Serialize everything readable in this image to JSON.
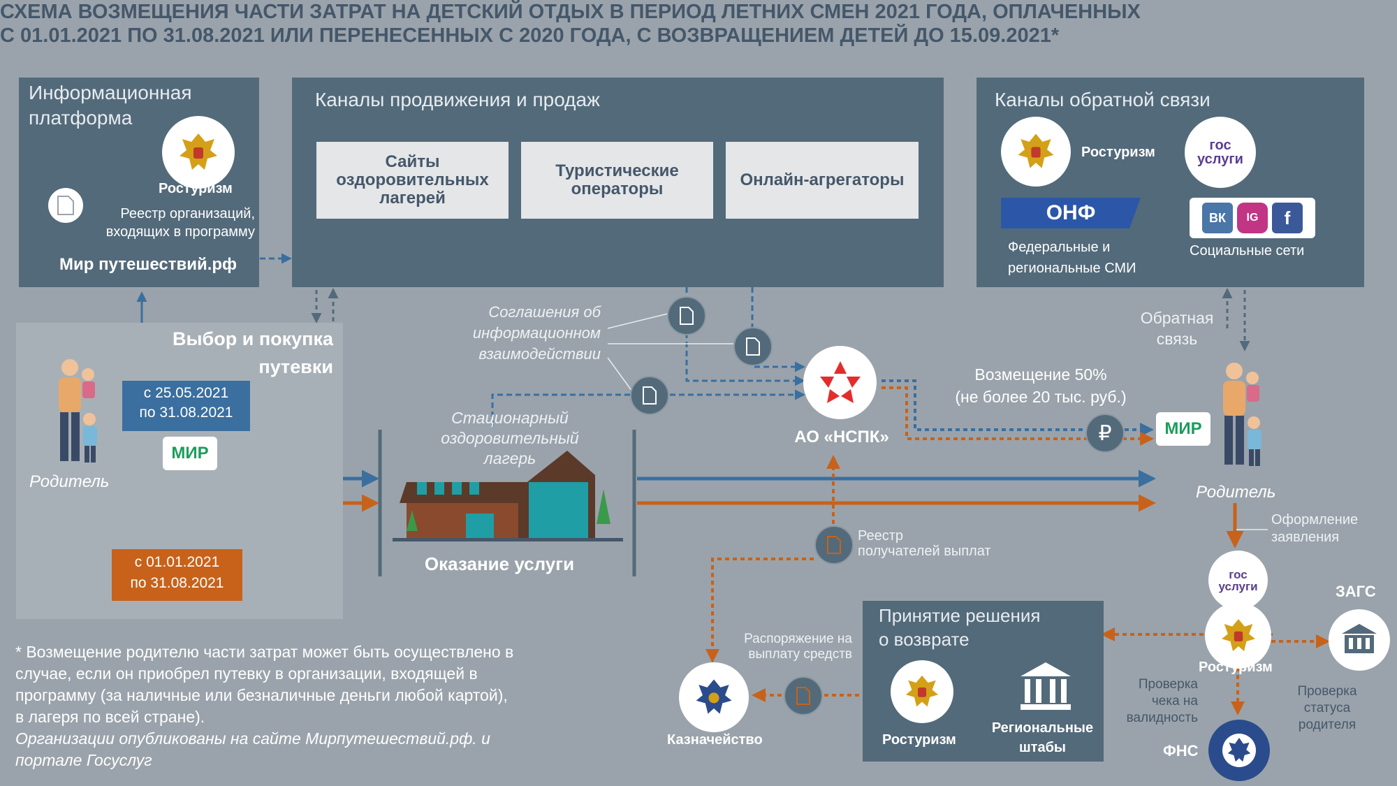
{
  "title": {
    "line1": "СХЕМА ВОЗМЕЩЕНИЯ ЧАСТИ ЗАТРАТ НА ДЕТСКИЙ ОТДЫХ В ПЕРИОД ЛЕТНИХ СМЕН 2021 ГОДА, ОПЛАЧЕННЫХ",
    "line2": "С 01.01.2021 ПО 31.08.2021 ИЛИ ПЕРЕНЕСЕННЫХ С 2020 ГОДА, С ВОЗВРАЩЕНИЕМ  ДЕТЕЙ ДО 15.09.2021*"
  },
  "info_platform": {
    "header_line1": "Информационная",
    "header_line2": "платформа",
    "org": "Ростуризм",
    "registry_line1": "Реестр организаций,",
    "registry_line2": "входящих в программу",
    "site": "Мир путешествий.рф"
  },
  "sales": {
    "header": "Каналы продвижения и продаж",
    "channels": [
      "Сайты оздоровительных лагерей",
      "Туристические операторы",
      "Онлайн-агрегаторы"
    ]
  },
  "feedback": {
    "header": "Каналы обратной связи",
    "rostourism": "Ростуризм",
    "gosuslugi_logo_line1": "гос",
    "gosuslugi_logo_line2": "услуги",
    "onf_logo": "ОНФ",
    "media_line1": "Федеральные и",
    "media_line2": "региональные СМИ",
    "social_icons": [
      "ВК",
      "IG",
      "f"
    ],
    "social": "Социальные сети"
  },
  "purchase": {
    "title_line1": "Выбор и покупка",
    "title_line2": "путевки",
    "parent": "Родитель",
    "blue_period_line1": "с 25.05.2021",
    "blue_period_line2": "по 31.08.2021",
    "orange_period_line1": "с 01.01.2021",
    "orange_period_line2": "по 31.08.2021",
    "mir_logo": "МИР"
  },
  "agreements": {
    "line1": "Соглашения об",
    "line2": "информационном",
    "line3": "взаимодействии"
  },
  "camp": {
    "line1": "Стационарный",
    "line2": "оздоровительный",
    "line3": "лагерь",
    "service": "Оказание услуги"
  },
  "nspk": {
    "label": "АО «НСПК»"
  },
  "compensation": {
    "line1": "Возмещение 50%",
    "line2": "(не более 20 тыс. руб.)",
    "ruble": "₽"
  },
  "parent_right": {
    "feedback_line1": "Обратная",
    "feedback_line2": "связь",
    "label": "Родитель",
    "application_line1": "Оформление",
    "application_line2": "заявления"
  },
  "registry_payouts": {
    "line1": "Реестр",
    "line2": "получателей выплат"
  },
  "decision": {
    "header_line1": "Принятие решения",
    "header_line2": "о возврате",
    "rostourism": "Ростуризм",
    "regional_line1": "Региональные",
    "regional_line2": "штабы"
  },
  "treasury": {
    "order_line1": "Распоряжение на",
    "order_line2": "выплату средств",
    "label": "Казначейство"
  },
  "right_chain": {
    "zags": "ЗАГС",
    "rostourism": "Ростуризм",
    "check_validity_line1": "Проверка",
    "check_validity_line2": "чека на",
    "check_validity_line3": "валидность",
    "check_status_line1": "Проверка",
    "check_status_line2": "статуса",
    "check_status_line3": "родителя",
    "fns": "ФНС"
  },
  "footnote": {
    "line1": "* Возмещение родителю части затрат может быть осуществлено в",
    "line2": "случае, если он приобрел путевку в организации, входящей в",
    "line3": "программу (за наличные или безналичные деньги любой картой),",
    "line4": "в лагеря по всей стране).",
    "line5": "Организации опубликованы на сайте Мирпутешествий.рф. и",
    "line6": "портале Госуслуг"
  },
  "colors": {
    "panel": "#536a7a",
    "blue": "#3a6f9f",
    "orange": "#c8621a",
    "background": "#9aa3ab"
  }
}
